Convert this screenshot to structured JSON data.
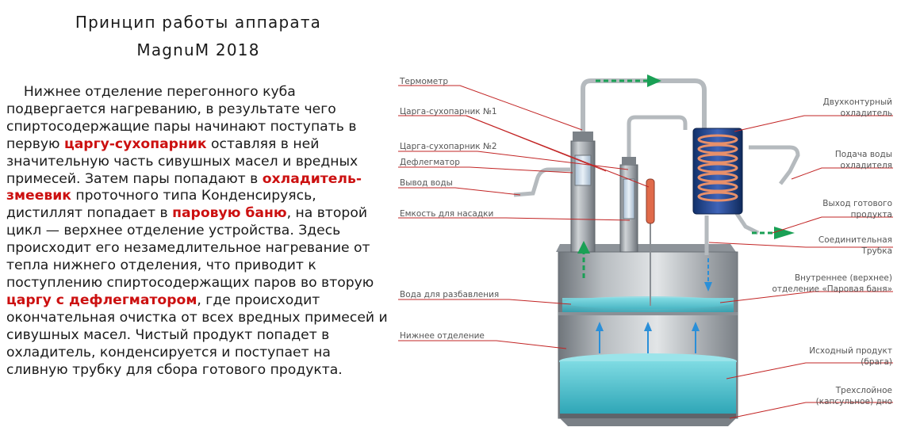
{
  "title": {
    "line1": "Принцип работы аппарата",
    "line2": "MagnuM 2018"
  },
  "text": {
    "s1": "Нижнее отделение перегонного куба подвергается нагреванию, в результате чего спиртосодержащие пары начинают поступать в первую ",
    "h1": "царгу-сухопарник",
    "s2": " оставляя в ней значительную часть сивушных масел и вредных примесей. Затем пары попадают в ",
    "h2": "охладитель-змеевик",
    "s3": " проточного типа Конденсируясь, дистиллят попадает в ",
    "h3": "паровую баню",
    "s4": ", на второй цикл — верхнее отделение устройства. Здесь происходит его незамедлительное нагревание от тепла нижнего отделения, что приводит к поступлению спиртосодержащих паров во вторую ",
    "h4": "царгу с дефлегматором",
    "s5": ", где происходит окончательная очистка от всех вредных примесей и сивушных масел. Чистый продукт попадет в охладитель, конденсируется и поступает на сливную трубку для сбора готового продукта."
  },
  "labels_left": {
    "thermometer": "Термометр",
    "column1": "Царга-сухопарник №1",
    "column2": "Царга-сухопарник №2",
    "dephlegmator": "Дефлегматор",
    "water_outlet": "Вывод воды",
    "packing_tank": "Емкость для насадки",
    "dilution_water": "Вода для разбавления",
    "lower_section": "Нижнее отделение"
  },
  "labels_right": {
    "cooler_l1": "Двухконтурный",
    "cooler_l2": "охладитель",
    "water_supply_l1": "Подача воды",
    "water_supply_l2": "охладителя",
    "product_out_l1": "Выход готового",
    "product_out_l2": "продукта",
    "tube_l1": "Соединительная",
    "tube_l2": "Трубка",
    "inner_l1": "Внутреннее (верхнее)",
    "inner_l2": "отделение «Паровая баня»",
    "source_l1": "Исходный продукт",
    "source_l2": "(брага)",
    "bottom_l1": "Трехслойное",
    "bottom_l2": "(капсульное) дно"
  },
  "colors": {
    "accent_red": "#cc1010",
    "leader_red": "#c22424",
    "arrow_green": "#1aa055",
    "arrow_blue": "#2a8fd8",
    "liquid_teal": "#4fc3cf",
    "steel": "#9aa0a6"
  }
}
